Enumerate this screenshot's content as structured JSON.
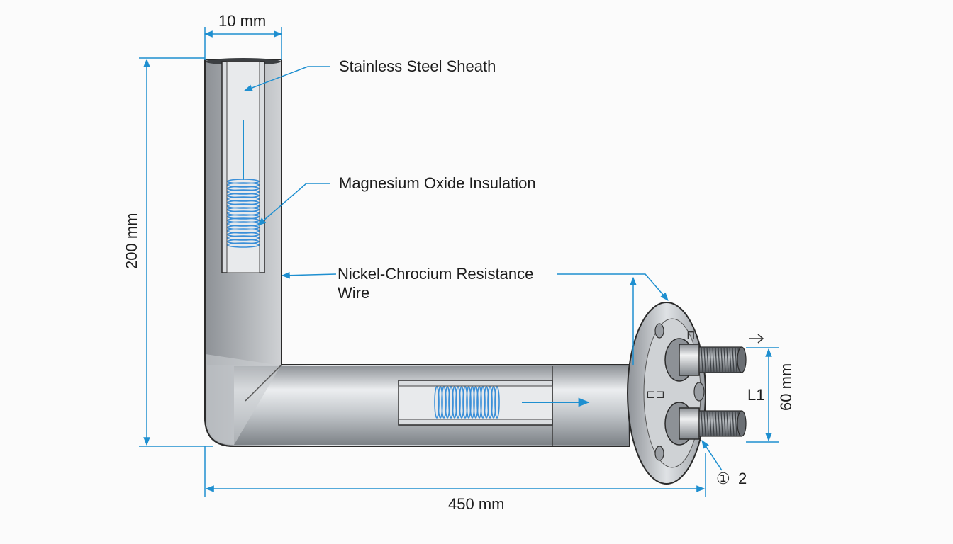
{
  "dimensions": {
    "sheath_diameter": "10 mm",
    "vertical_length": "200 mm",
    "horizontal_length": "450 mm",
    "terminal_spacing": "60 mm"
  },
  "callouts": {
    "sheath": "Stainless Steel Sheath",
    "insulation": "Magnesium Oxide Insulation",
    "wire_line1": "Nickel-Chrocium Resistance",
    "wire_line2": "Wire"
  },
  "terminal_labels": {
    "l1": "L1",
    "index_symbol": "①",
    "index_number": "2"
  },
  "colors": {
    "dimension_line": "#1e8fd0",
    "coil": "#3a8fd8",
    "outline": "#2a2a2a"
  }
}
